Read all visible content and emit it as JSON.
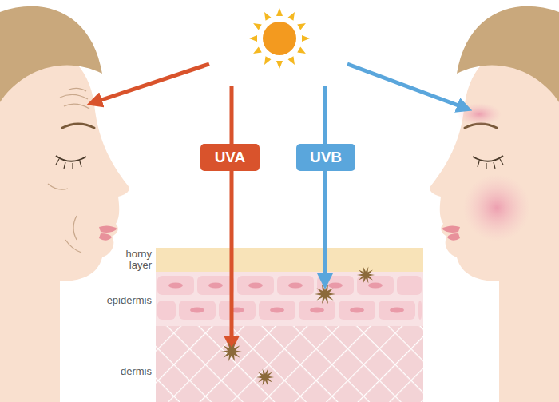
{
  "diagram": {
    "nodes": [
      {
        "text": [
          "UVA"
        ]
      },
      {
        "text": [
          "UVB"
        ]
      }
    ],
    "labels": [
      "horny layer",
      "epidermis",
      "dermis"
    ]
  }
}
